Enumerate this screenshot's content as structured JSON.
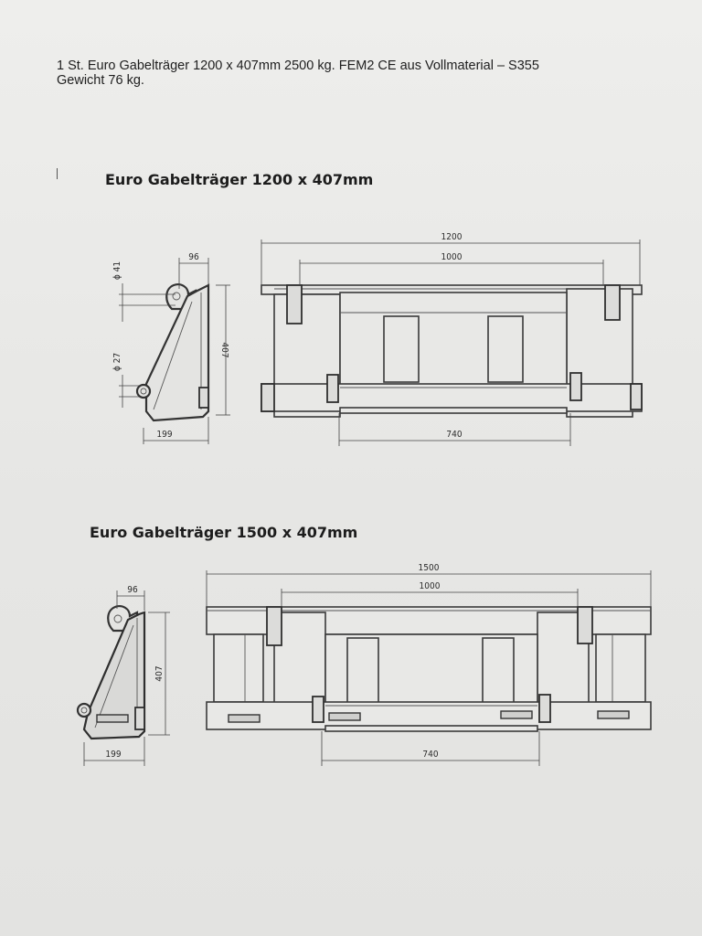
{
  "intro": {
    "line1": "1 St. Euro Gabelträger 1200 x 407mm  2500 kg. FEM2 CE aus Vollmaterial – S355",
    "line2": "Gewicht 76 kg."
  },
  "drawings": [
    {
      "title": "Euro Gabelträger 1200 x 407mm",
      "side_view": {
        "dim_top": "96",
        "dim_height": "407",
        "dim_bottom": "199",
        "dia_top": "ϕ 41",
        "dia_bottom": "ϕ 27"
      },
      "front_view": {
        "dim_total": "1200",
        "dim_inner": "1000",
        "dim_bottom": "740"
      }
    },
    {
      "title": "Euro Gabelträger 1500 x 407mm",
      "side_view": {
        "dim_top": "96",
        "dim_height": "407",
        "dim_bottom": "199"
      },
      "front_view": {
        "dim_total": "1500",
        "dim_inner": "1000",
        "dim_bottom": "740"
      }
    }
  ]
}
